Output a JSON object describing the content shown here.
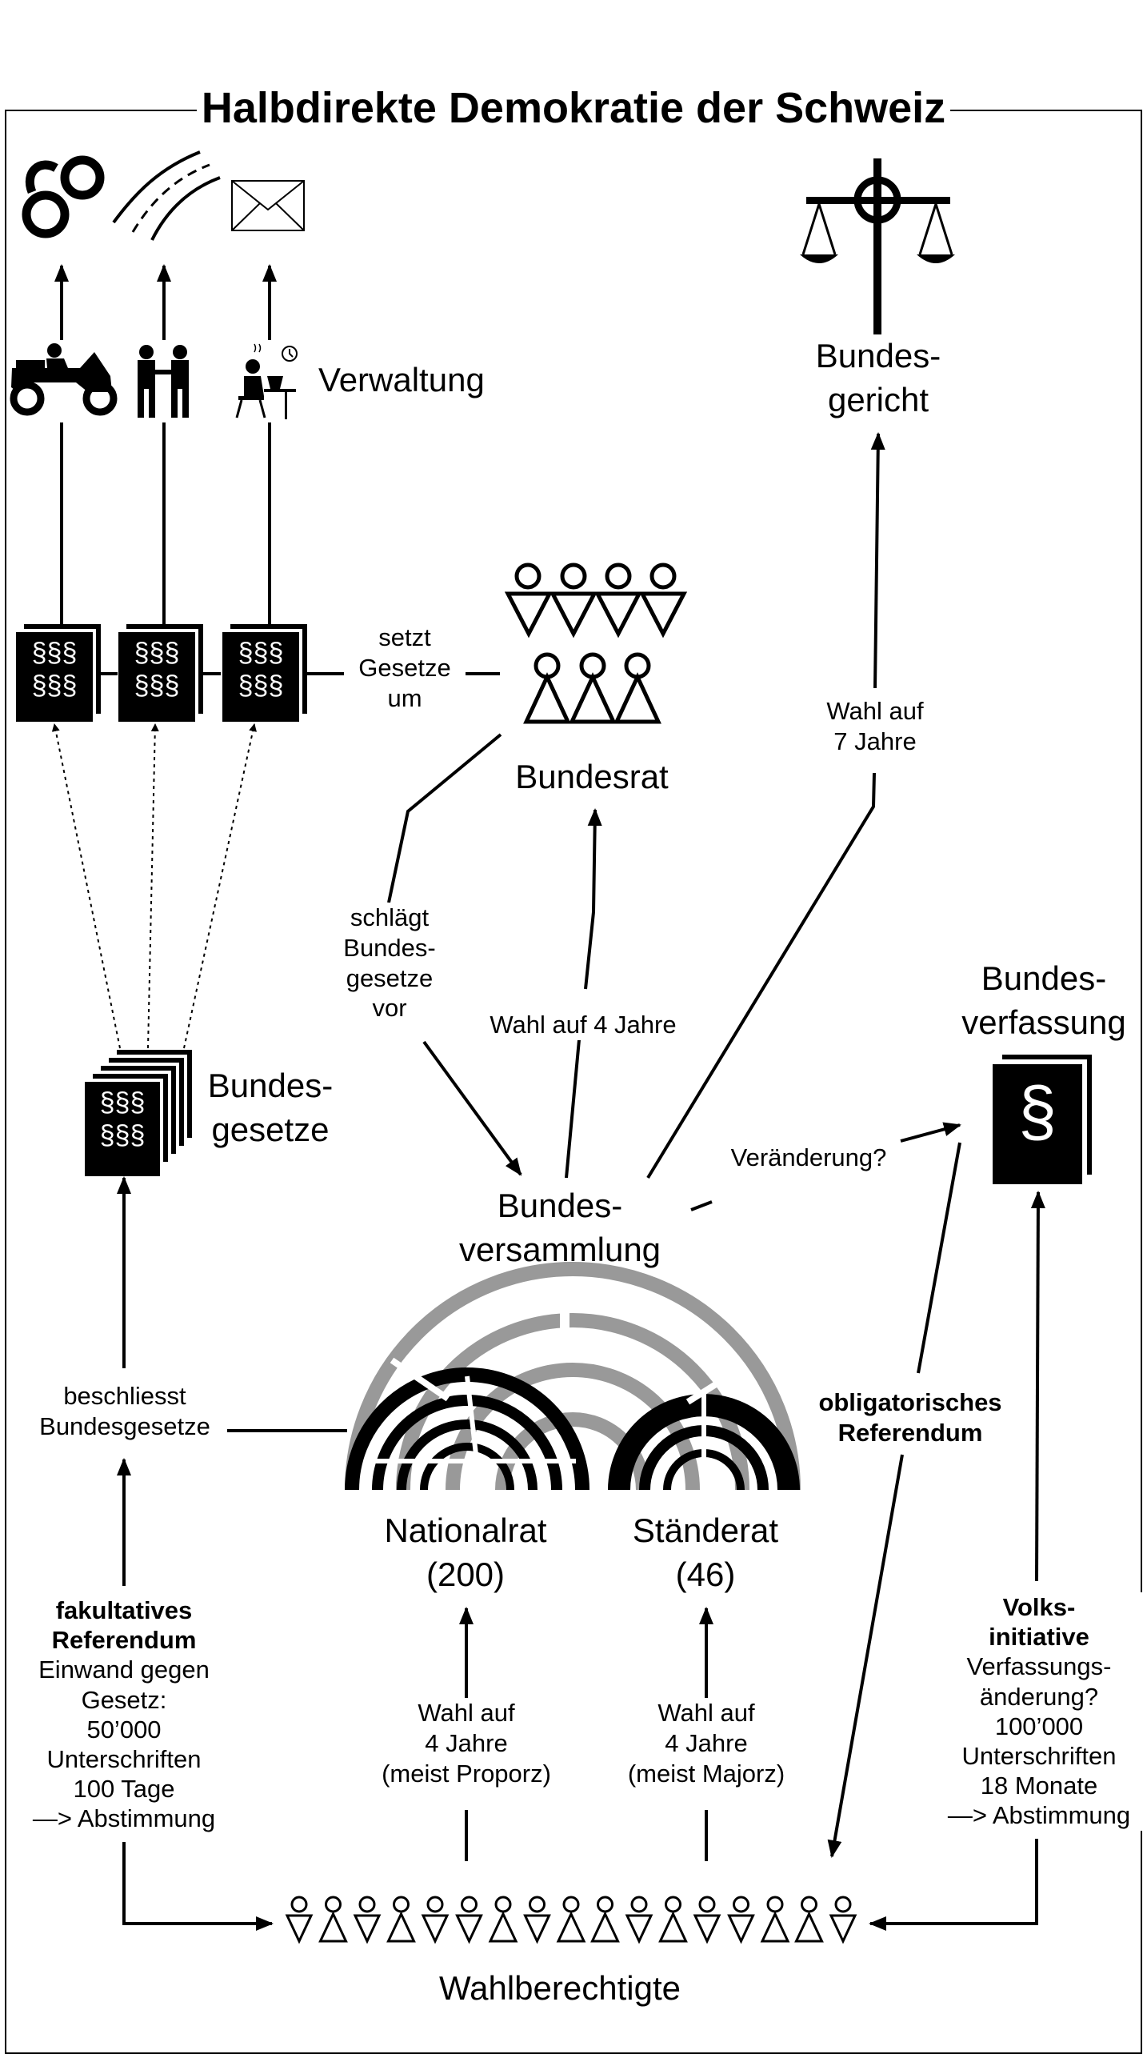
{
  "title": "Halbdirekte Demokratie der Schweiz",
  "nodes": {
    "verwaltung": "Verwaltung",
    "bundesgericht": [
      "Bundes-",
      "gericht"
    ],
    "bundesrat": "Bundesrat",
    "bundesgesetze": [
      "Bundes-",
      "gesetze"
    ],
    "bundesverfassung": [
      "Bundes-",
      "verfassung"
    ],
    "bundesversammlung": [
      "Bundes-",
      "versammlung"
    ],
    "nationalrat": [
      "Nationalrat",
      "(200)"
    ],
    "staenderat": [
      "Ständerat",
      "(46)"
    ],
    "wahlberechtigte": "Wahlberechtigte"
  },
  "paragraph_symbols": {
    "law_doc": [
      "§§§",
      "§§§"
    ],
    "constitution": "§"
  },
  "edges": {
    "setzt_gesetze_um": [
      "setzt",
      "Gesetze",
      "um"
    ],
    "wahl_7_jahre": [
      "Wahl auf",
      "7 Jahre"
    ],
    "schlaegt_vor": [
      "schlägt",
      "Bundes-",
      "gesetze",
      "vor"
    ],
    "wahl_4_jahre": "Wahl auf 4 Jahre",
    "veraenderung": "Veränderung?",
    "beschliesst": [
      "beschliesst",
      "Bundesgesetze"
    ],
    "obligatorisch": [
      "obligatorisches",
      "Referendum"
    ],
    "fakultativ": {
      "title": [
        "fakultatives",
        "Referendum"
      ],
      "lines": [
        "Einwand gegen",
        "Gesetz:",
        "50’000",
        "Unterschriften",
        "100 Tage",
        "—> Abstimmung"
      ]
    },
    "wahl_nationalrat": [
      "Wahl auf",
      "4 Jahre",
      "(meist Proporz)"
    ],
    "wahl_staenderat": [
      "Wahl auf",
      "4 Jahre",
      "(meist Majorz)"
    ],
    "volksinitiative": {
      "title": [
        "Volks-",
        "initiative"
      ],
      "lines": [
        "Verfassungs-",
        "änderung?",
        "100’000",
        "Unterschriften",
        "18 Monate",
        "—> Abstimmung"
      ]
    }
  },
  "icons": {
    "top_left": [
      "handcuffs-icon",
      "road-icon",
      "envelope-icon"
    ],
    "admin": [
      "police-motorcycle-icon",
      "construction-workers-icon",
      "office-worker-icon"
    ],
    "justice": "scales-of-justice-icon"
  },
  "colors": {
    "ink": "#000000",
    "seat_gray": "#999999",
    "background": "#ffffff"
  }
}
